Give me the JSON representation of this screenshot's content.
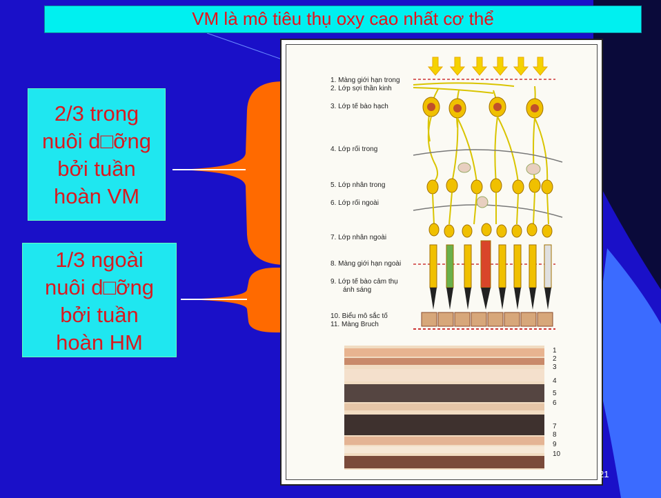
{
  "slide": {
    "title": "VM là mô tiêu thụ oxy cao nhất cơ thể",
    "page_number": "21",
    "colors": {
      "background": "#1a10c8",
      "title_bar": "#00f0f0",
      "box_fill": "#1fe7f0",
      "accent_text": "#d81a20",
      "brace_fill": "#ff6a00"
    }
  },
  "callouts": [
    {
      "lines": [
        "2/3 trong",
        "nuôi d□ỡng",
        "bởi tuần",
        "hoàn VM"
      ]
    },
    {
      "lines": [
        "1/3 ngoài",
        "nuôi d□ỡng",
        "bởi tuần",
        "hoàn HM"
      ]
    }
  ],
  "figure": {
    "layer_labels": [
      "1. Màng giới hạn trong",
      "2. Lớp sợi thần kinh",
      "3. Lớp tế bào hạch",
      "4. Lớp rối trong",
      "5. Lớp nhân trong",
      "6. Lớp rối ngoài",
      "7. Lớp nhân ngoài",
      "8. Màng giới hạn ngoài",
      "9. Lớp tế bào cảm thụ",
      "ánh sáng",
      "10. Biểu mô sắc tố",
      "11. Màng Bruch"
    ],
    "section_numbers": [
      "1",
      "2",
      "3",
      "4",
      "5",
      "6",
      "7",
      "8",
      "9",
      "10"
    ]
  }
}
